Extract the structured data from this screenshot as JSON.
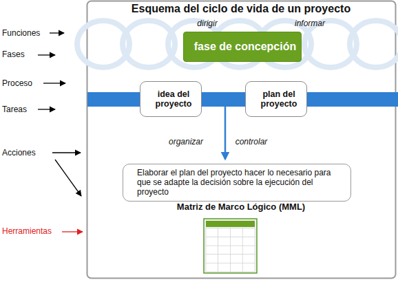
{
  "diagram": {
    "title": "Esquema del ciclo de vida de un proyecto",
    "nodes": [
      {
        "text": [
          "fase de concepción"
        ]
      },
      {
        "text": [
          "idea del proyecto"
        ]
      },
      {
        "text": [
          "plan del proyecto"
        ]
      },
      {
        "text": [
          "Elaborar el plan del proyecto hacer lo necesario para que se adapte la decisión sobre la ejecución del proyecto"
        ]
      }
    ],
    "labels": [
      "Funciones",
      "Fases",
      "Proceso",
      "Tareas",
      "Acciones",
      "Herramientas",
      "dirigir",
      "informar",
      "organizar",
      "controlar",
      "Matriz de Marco Lógico (MML)"
    ]
  }
}
